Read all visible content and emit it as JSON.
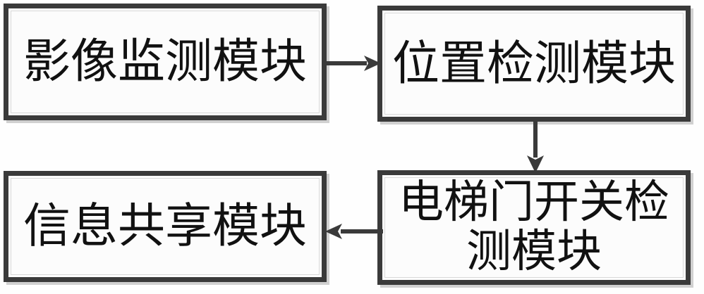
{
  "diagram": {
    "type": "block-flow-diagram",
    "background_color": "#fefefe",
    "box_border_color": "#3a3a3a",
    "box_fill_color": "#fcfcfc",
    "text_color": "#111111",
    "arrow_color": "#3a3a3a",
    "nodes": [
      {
        "id": "image-monitoring",
        "label": "影像监测模块",
        "position": "top-left"
      },
      {
        "id": "position-detection",
        "label": "位置检测模块",
        "position": "top-right"
      },
      {
        "id": "door-detection",
        "label": "电梯门开关检\n测模块",
        "position": "bottom-right"
      },
      {
        "id": "info-sharing",
        "label": "信息共享模块",
        "position": "bottom-left"
      }
    ],
    "edges": [
      {
        "id": "image-to-position",
        "from": "image-monitoring",
        "to": "position-detection",
        "direction": "right"
      },
      {
        "id": "position-to-door",
        "from": "position-detection",
        "to": "door-detection",
        "direction": "down"
      },
      {
        "id": "door-to-info",
        "from": "door-detection",
        "to": "info-sharing",
        "direction": "left"
      }
    ]
  }
}
